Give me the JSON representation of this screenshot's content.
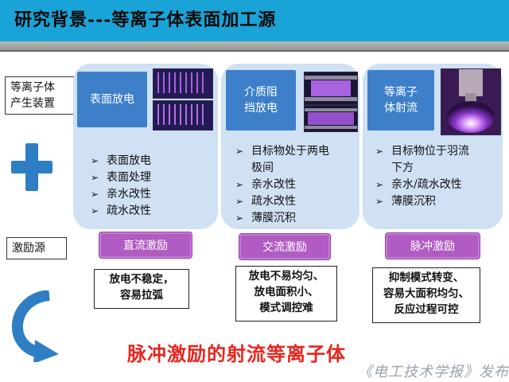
{
  "header": {
    "title": "研究背景---等离子体表面加工源"
  },
  "left": {
    "device_label_line1": "等离子体",
    "device_label_line2": "产生装置",
    "excitation_label": "激励源"
  },
  "cards": [
    {
      "tag": "表面放电",
      "bullets": [
        "表面放电",
        "表面处理",
        "亲水改性",
        "疏水改性"
      ]
    },
    {
      "tag_line1": "介质阻",
      "tag_line2": "挡放电",
      "bullets": [
        "目标物处于两电",
        "极间",
        "亲水改性",
        "疏水改性",
        "薄膜沉积"
      ]
    },
    {
      "tag_line1": "等离子",
      "tag_line2": "体射流",
      "bullets": [
        "目标物位于羽流",
        "下方",
        "亲水/疏水改性",
        "薄膜沉积"
      ]
    }
  ],
  "excitation": [
    "直流激励",
    "交流激励",
    "脉冲激励"
  ],
  "notes": [
    [
      "放电不稳定，",
      "容易拉弧"
    ],
    [
      "放电不易均匀、",
      "放电面积小、",
      "模式调控难"
    ],
    [
      "抑制模式转变、",
      "容易大面积均匀、",
      "反应过程可控"
    ]
  ],
  "conclusion": "脉冲激励的射流等离子体",
  "publisher": "《电工技术学报》发布",
  "colors": {
    "header": "#1aa3d6",
    "card": "#cfe1f3",
    "tag": "#3d7fc9",
    "excite": "#b05cc2",
    "conclusion": "#e8251e",
    "arrow": "#2f7ec4"
  }
}
